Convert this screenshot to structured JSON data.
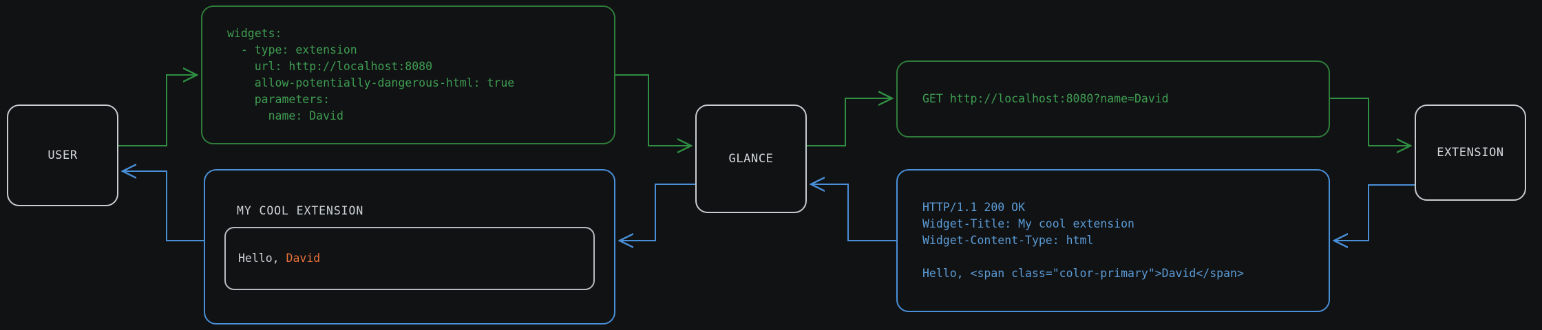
{
  "background_color": "#111214",
  "colors": {
    "request_green": "#3f9e52",
    "response_blue": "#5b9bd5",
    "node_border": "#c9cdd1",
    "node_text": "#d4d8dc",
    "accent_orange": "#e8713a"
  },
  "nodes": {
    "user": {
      "label": "USER"
    },
    "glance": {
      "label": "GLANCE"
    },
    "extension": {
      "label": "EXTENSION"
    }
  },
  "panels": {
    "yaml_config": {
      "color": "#3f9e52",
      "code": "widgets:\n  - type: extension\n    url: http://localhost:8080\n    allow-potentially-dangerous-html: true\n    parameters:\n      name: David"
    },
    "http_request": {
      "color": "#3f9e52",
      "code": "GET http://localhost:8080?name=David"
    },
    "http_response": {
      "color": "#5b9bd5",
      "code": "HTTP/1.1 200 OK\nWidget-Title: My cool extension\nWidget-Content-Type: html\n\nHello, <span class=\"color-primary\">David</span>"
    },
    "rendered_widget": {
      "color": "#5b9bd5",
      "title": "MY COOL EXTENSION",
      "greeting_prefix": "Hello, ",
      "greeting_name": "David"
    }
  },
  "flows": [
    {
      "name": "user-to-config",
      "color": "#3f9e52",
      "direction": "right"
    },
    {
      "name": "config-to-glance",
      "color": "#3f9e52",
      "direction": "right"
    },
    {
      "name": "glance-to-request",
      "color": "#3f9e52",
      "direction": "right"
    },
    {
      "name": "request-to-extension",
      "color": "#3f9e52",
      "direction": "right"
    },
    {
      "name": "extension-to-response",
      "color": "#5b9bd5",
      "direction": "left"
    },
    {
      "name": "response-to-glance",
      "color": "#5b9bd5",
      "direction": "left"
    },
    {
      "name": "glance-to-widget",
      "color": "#5b9bd5",
      "direction": "left"
    },
    {
      "name": "widget-to-user",
      "color": "#5b9bd5",
      "direction": "left"
    }
  ]
}
